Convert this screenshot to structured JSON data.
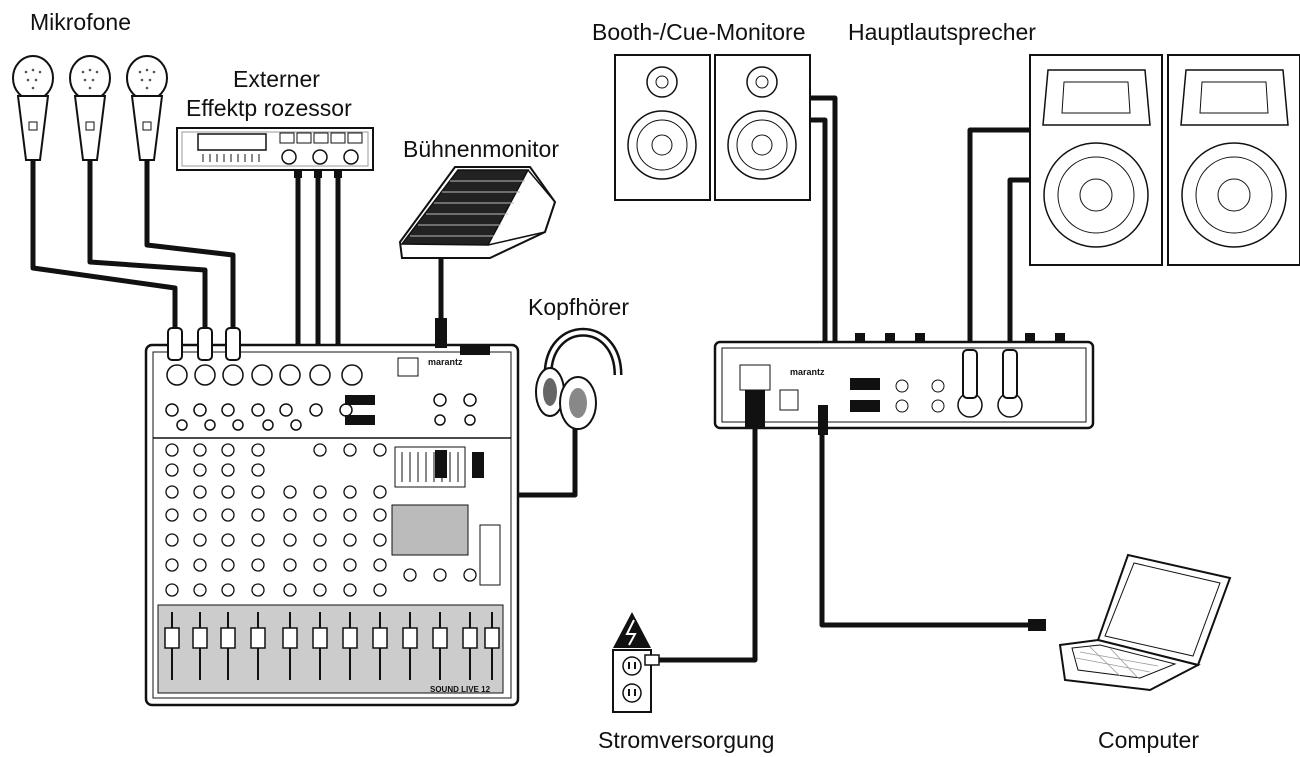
{
  "labels": {
    "microphones": "Mikrofone",
    "fx_line1": "Externer",
    "fx_line2": "Effektp rozessor",
    "stage_monitor": "Bühnenmonitor",
    "headphones": "Kopfhörer",
    "booth_cue": "Booth-/Cue-Monitore",
    "main_speakers": "Hauptlautsprecher",
    "power": "Stromversorgung",
    "computer": "Computer"
  },
  "mixer": {
    "model_text": "SOUND LIVE 12",
    "brand_text": "marantz"
  },
  "rear_panel": {
    "brand_text": "marantz"
  }
}
